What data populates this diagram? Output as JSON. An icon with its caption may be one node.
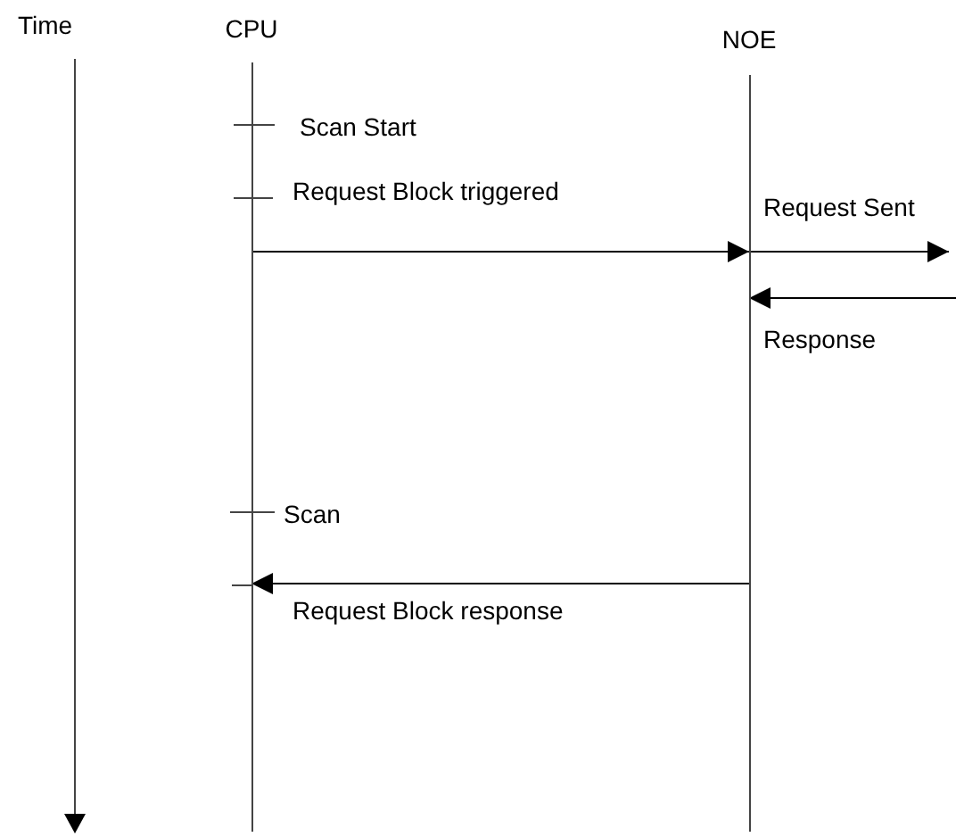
{
  "diagram": {
    "nodes": [
      {
        "text": [
          "CPU"
        ]
      },
      {
        "text": [
          "NOE"
        ]
      }
    ],
    "edges": [
      {
        "from": 0,
        "to": 1,
        "arrow": "to"
      },
      {
        "from": 1,
        "to": null,
        "arrow": "to",
        "label": "Request Sent"
      },
      {
        "from": null,
        "to": 1,
        "arrow": "to",
        "label": "Response"
      },
      {
        "from": 1,
        "to": 0,
        "arrow": "to",
        "label": "Request Block response"
      }
    ],
    "labels": [
      "Time",
      "Scan Start",
      "Request Block triggered",
      "Scan"
    ]
  }
}
